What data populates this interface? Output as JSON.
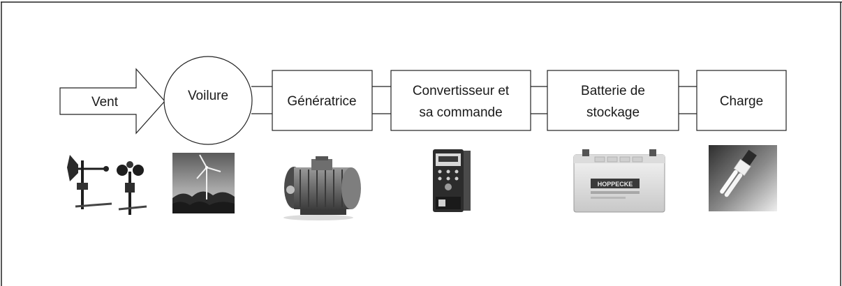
{
  "diagram": {
    "stages": {
      "vent": "Vent",
      "voilure": "Voilure",
      "generatrice": "Génératrice",
      "convertisseur_line1": "Convertisseur et",
      "convertisseur_line2": "sa commande",
      "batterie_line1": "Batterie de",
      "batterie_line2": "stockage",
      "charge": "Charge"
    },
    "photos": [
      {
        "name": "anemometer-photo",
        "depicts": "anémomètre et girouette"
      },
      {
        "name": "wind-turbine-photo",
        "depicts": "éolienne"
      },
      {
        "name": "electric-motor-photo",
        "depicts": "génératrice"
      },
      {
        "name": "inverter-drive-photo",
        "depicts": "convertisseur"
      },
      {
        "name": "battery-photo",
        "depicts": "batterie",
        "brand_text": "HOPPECKE"
      },
      {
        "name": "light-bulb-photo",
        "depicts": "lampe"
      }
    ],
    "colors": {
      "stroke": "#222222",
      "text": "#1a1a1a",
      "background": "#ffffff"
    }
  }
}
